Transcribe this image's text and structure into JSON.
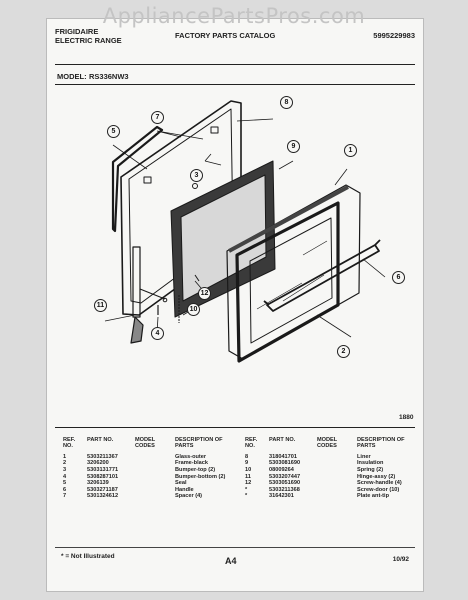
{
  "watermark": "AppliancePartsPros.com",
  "header": {
    "brand": "FRIGIDAIRE",
    "product": "ELECTRIC RANGE",
    "catalog": "FACTORY PARTS CATALOG",
    "doc_number": "5995229983",
    "model_label": "MODEL:",
    "model_value": "RS336NW3"
  },
  "diagram": {
    "callouts": [
      "1",
      "2",
      "3",
      "4",
      "5",
      "6",
      "7",
      "8",
      "9",
      "10",
      "11",
      "12"
    ],
    "code": "1880"
  },
  "table": {
    "headers": {
      "ref": "REF. NO.",
      "part": "PART NO.",
      "model": "MODEL CODES",
      "desc": "DESCRIPTION OF PARTS"
    },
    "left": [
      {
        "ref": "1",
        "part": "5303211367",
        "desc": "Glass-outer"
      },
      {
        "ref": "2",
        "part": "3206200",
        "desc": "Frame-black"
      },
      {
        "ref": "3",
        "part": "5303131771",
        "desc": "Bumper-top (2)"
      },
      {
        "ref": "4",
        "part": "5308287101",
        "desc": "Bumper-bottom (2)"
      },
      {
        "ref": "5",
        "part": "3206139",
        "desc": "Seal"
      },
      {
        "ref": "6",
        "part": "5303271187",
        "desc": "Handle"
      },
      {
        "ref": "7",
        "part": "5301324612",
        "desc": "Spacer (4)"
      }
    ],
    "right": [
      {
        "ref": "8",
        "part": "318041701",
        "desc": "Liner"
      },
      {
        "ref": "9",
        "part": "5303081690",
        "desc": "Insulation"
      },
      {
        "ref": "10",
        "part": "08009264",
        "desc": "Spring (2)"
      },
      {
        "ref": "11",
        "part": "5303207447",
        "desc": "Hinge-assy (2)"
      },
      {
        "ref": "12",
        "part": "5303051690",
        "desc": "Screw-handle (4)"
      },
      {
        "ref": "*",
        "part": "5303211368",
        "desc": "Screw-door (10)"
      },
      {
        "ref": "*",
        "part": "31642301",
        "desc": "Plate ant-tip"
      }
    ]
  },
  "footer": {
    "note": "* = Not Illustrated",
    "page": "A4",
    "date": "10/92"
  }
}
